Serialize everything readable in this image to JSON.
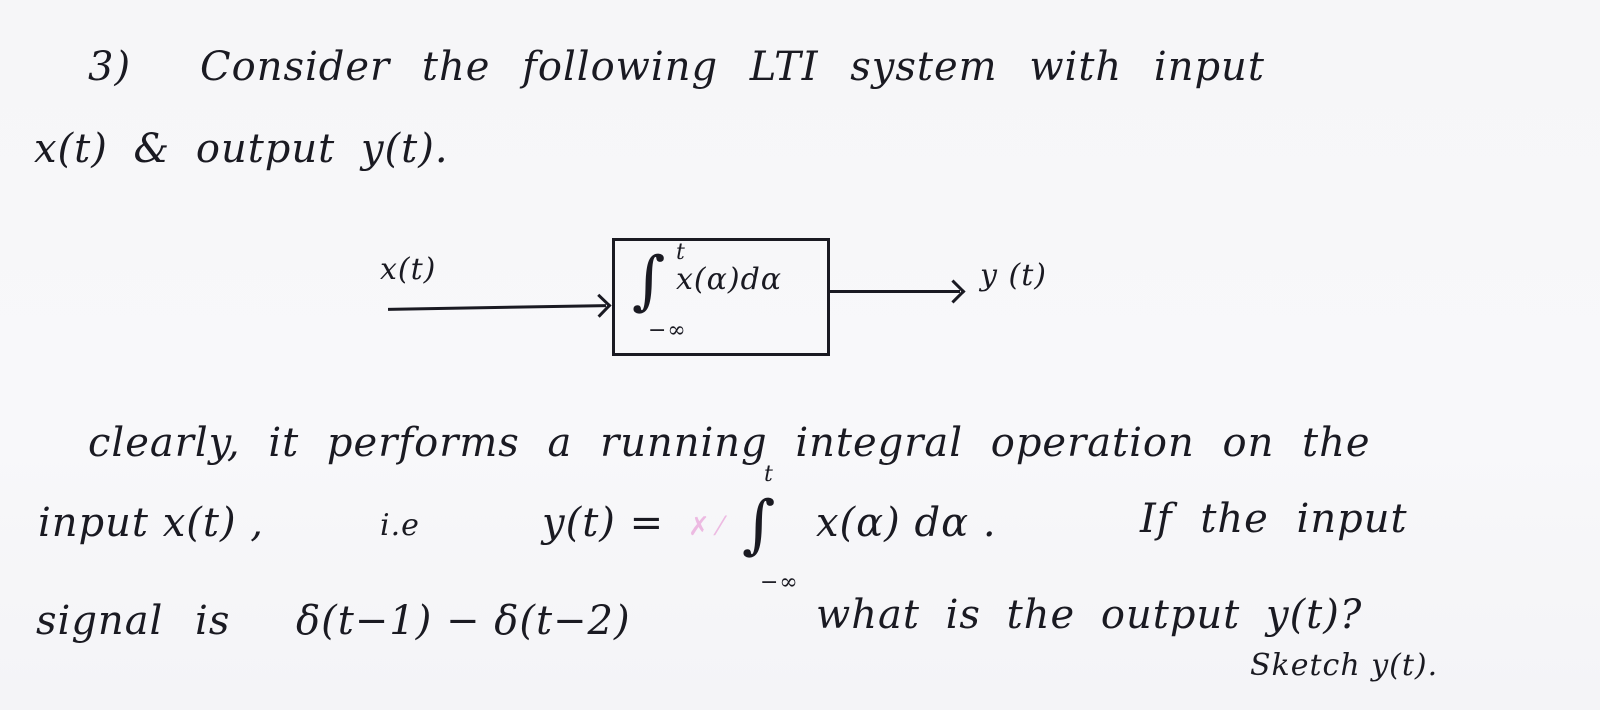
{
  "problem": {
    "number": "3)",
    "line1": "Consider the following LTI system with input",
    "line1_parts": {
      "consider": "Consider",
      "the": "the",
      "following": "following",
      "lti": "L T I",
      "system": "system",
      "with": "with",
      "input": "input"
    },
    "line2": "x(t) & output y(t)."
  },
  "diagram": {
    "input_label": "x(t)",
    "block_upper_limit": "t",
    "block_integral_sign": "∫",
    "block_integrand": "x(α)dα",
    "block_lower_limit": "−∞",
    "output_label": "y (t)"
  },
  "explanation": {
    "line3": "clearly, it performs a running integral operation on the",
    "line4_prefix": "input x(t) ,",
    "line4_ie": "i.e",
    "equation_lhs": "y(t) =",
    "equation_upper_limit": "t",
    "equation_integral_sign": "∫",
    "equation_integrand": "x(α) dα .",
    "equation_lower_limit": "−∞",
    "line4_suffix": "If the input",
    "line5_prefix": "signal is",
    "input_signal": "δ(t−1) − δ(t−2)",
    "line5_suffix": "what is the output y(t)?",
    "line6": "Sketch y(t)."
  },
  "annotations": {
    "pink_mark": "✗ ⁄"
  }
}
